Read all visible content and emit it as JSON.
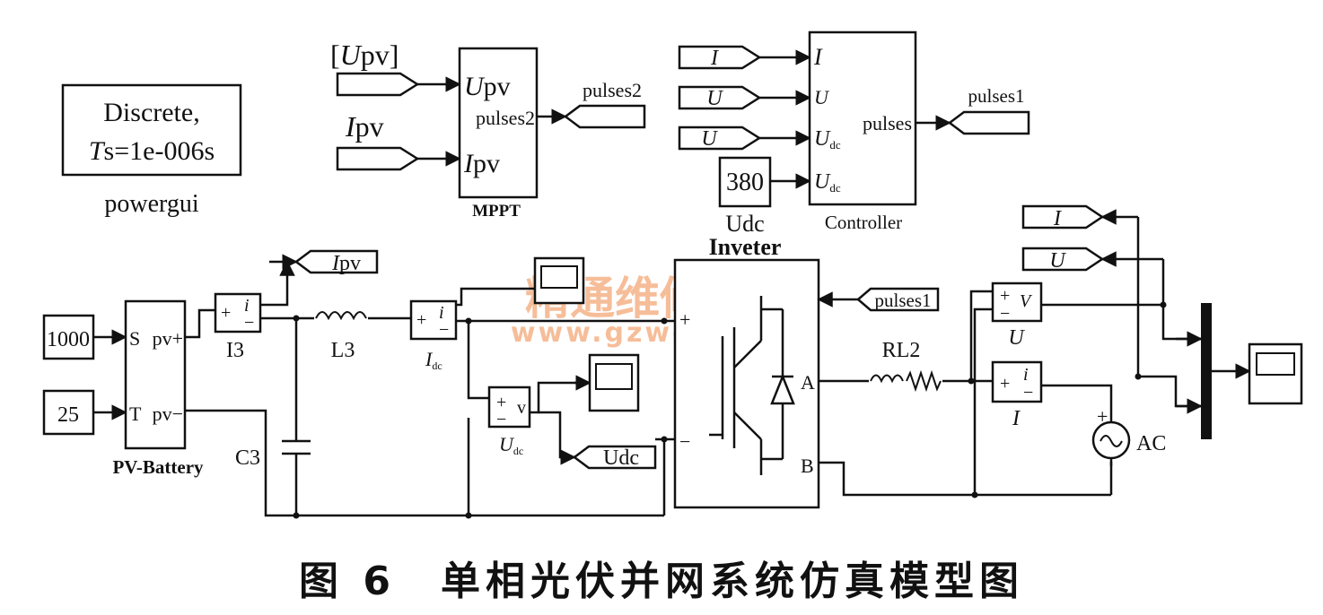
{
  "powergui": {
    "line1": "Discrete,",
    "line2_italic": "T",
    "line2_rest": "s=1e-006s",
    "label": "powergui"
  },
  "mppt": {
    "label": "MPPT",
    "in_upv_tag": "[Upv]",
    "in_upv_tag_open": "[",
    "in_upv_tag_italic": "U",
    "in_upv_tag_sub": "pv",
    "in_upv_tag_close": "]",
    "in_ipv_tag_italic": "I",
    "in_ipv_tag_sub": "pv",
    "port_upv_italic": "U",
    "port_upv_sub": "pv",
    "port_ipv_italic": "I",
    "port_ipv_sub": "pv",
    "port_out": "pulses2",
    "out_tag": "pulses2"
  },
  "controller": {
    "label": "Controller",
    "port_i": "I",
    "port_u": "U",
    "port_udc1_main": "U",
    "port_udc1_sub": "dc",
    "port_udc2_main": "U",
    "port_udc2_sub": "dc",
    "port_out": "pulses",
    "out_tag": "pulses1",
    "in_tag_i": "I",
    "in_tag_u": "U",
    "in_tag_udc": "U",
    "const_value": "380",
    "const_label": "Udc"
  },
  "pv_battery": {
    "label": "PV-Battery",
    "port_s": "S",
    "port_t": "T",
    "port_pvp": "pv+",
    "port_pvm": "pv−"
  },
  "inputs": {
    "irradiance": "1000",
    "temperature": "25"
  },
  "sensors": {
    "i3": {
      "label": "I3",
      "plus": "+",
      "minus": "−",
      "sym": "i"
    },
    "idc": {
      "label_main": "I",
      "label_sub": "dc",
      "plus": "+",
      "minus": "−",
      "sym": "i"
    },
    "udc": {
      "label_main": "U",
      "label_sub": "dc",
      "plus": "+",
      "minus": "−",
      "sym": "v"
    },
    "u": {
      "label": "U",
      "plus": "+",
      "minus": "−",
      "sym": "V"
    },
    "i": {
      "label": "I",
      "plus": "+",
      "minus": "−",
      "sym": "i"
    }
  },
  "tags": {
    "ipv_out_main": "I",
    "ipv_out_sub": "pv",
    "udc_out": "Udc",
    "pulses_in": "pulses1",
    "i_out": "I",
    "u_out": "U"
  },
  "passives": {
    "l3": "L3",
    "c3": "C3",
    "rl": "RL2"
  },
  "inverter": {
    "label": "Inveter",
    "port_a": "A",
    "port_b": "B",
    "port_plus": "+",
    "port_minus": "−"
  },
  "ac_source": {
    "label": "AC",
    "plus": "+"
  },
  "watermark": {
    "cn": "精通维修下载",
    "url": "www.gzweix.com"
  },
  "caption": "图 6　单相光伏并网系统仿真模型图"
}
